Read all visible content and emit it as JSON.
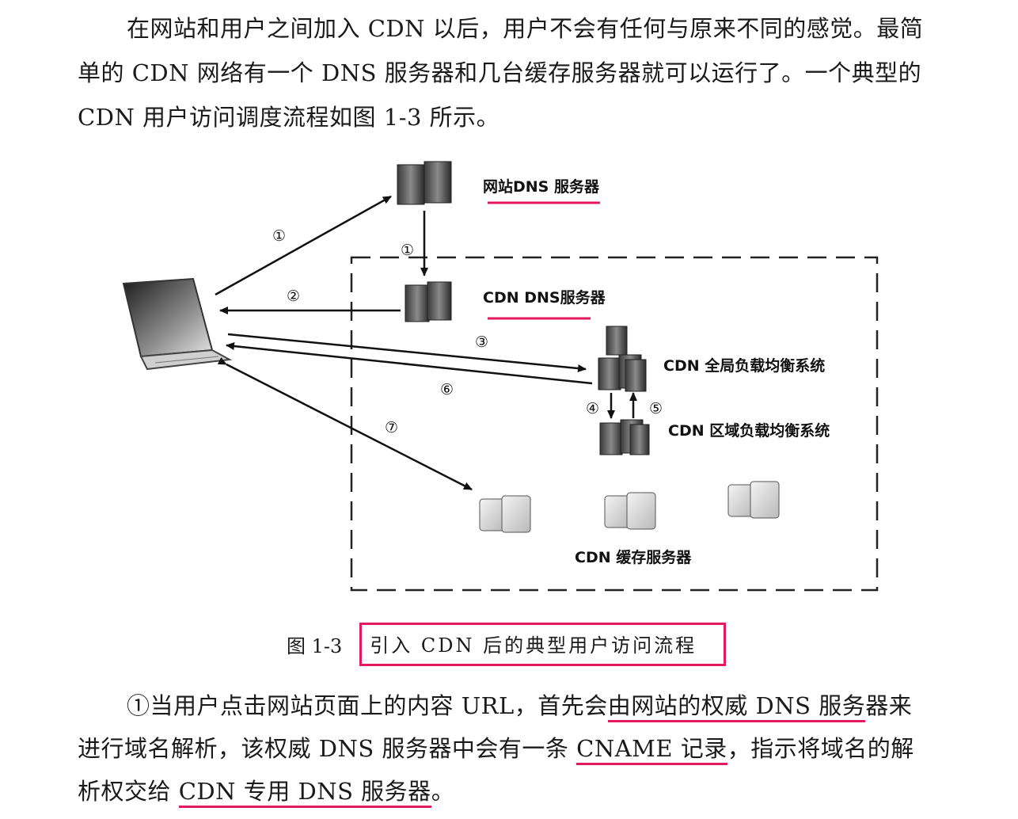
{
  "intro": {
    "text": "在网站和用户之间加入 CDN 以后，用户不会有任何与原来不同的感觉。最简单的 CDN 网络有一个 DNS 服务器和几台缓存服务器就可以运行了。一个典型的 CDN 用户访问调度流程如图 1-3 所示。"
  },
  "figure": {
    "labels": {
      "site_dns": "网站DNS 服务器",
      "cdn_dns": "CDN DNS服务器",
      "global_lb": "CDN  全局负载均衡系统",
      "regional_lb": "CDN  区域负载均衡系统",
      "cache": "CDN  缓存服务器"
    },
    "steps": [
      "①",
      "①",
      "②",
      "③",
      "⑥",
      "④",
      "⑤",
      "⑦"
    ],
    "caption_number": "图 1-3",
    "caption_title": "引入 CDN 后的典型用户访问流程",
    "highlight_color": "#e5195f"
  },
  "step1": {
    "before": "①当用户点击网站页面上的内容 URL，首先会",
    "hl1": "由网站的权威 DNS 服务",
    "mid1": "器来进行域名解析，该权威 DNS 服务器中会有一条 ",
    "hl2": "CNAME 记录",
    "mid2": "，指示将域名的解析权交给 ",
    "hl3": "CDN 专用 DNS 服务器",
    "after": "。"
  }
}
